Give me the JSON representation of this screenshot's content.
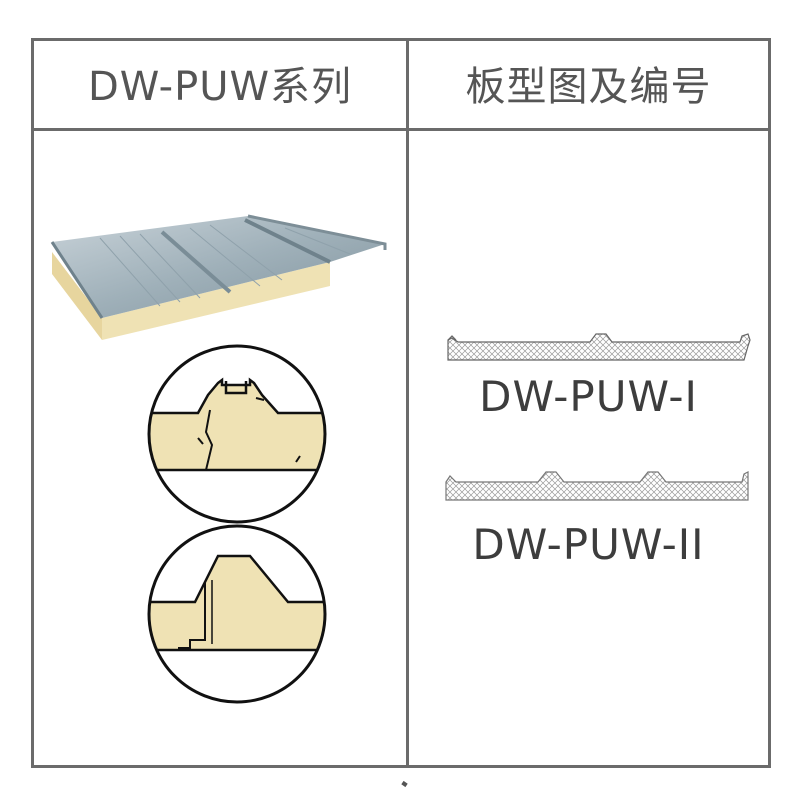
{
  "table": {
    "header_left": "DW-PUW系列",
    "header_right": "板型图及编号"
  },
  "profiles": [
    {
      "code": "DW-PUW-I"
    },
    {
      "code": "DW-PUW-II"
    }
  ],
  "colors": {
    "border": "#6b6b6b",
    "foam": "#efe2b4",
    "steel": "#9aabb4",
    "text": "#3d3d3d"
  }
}
